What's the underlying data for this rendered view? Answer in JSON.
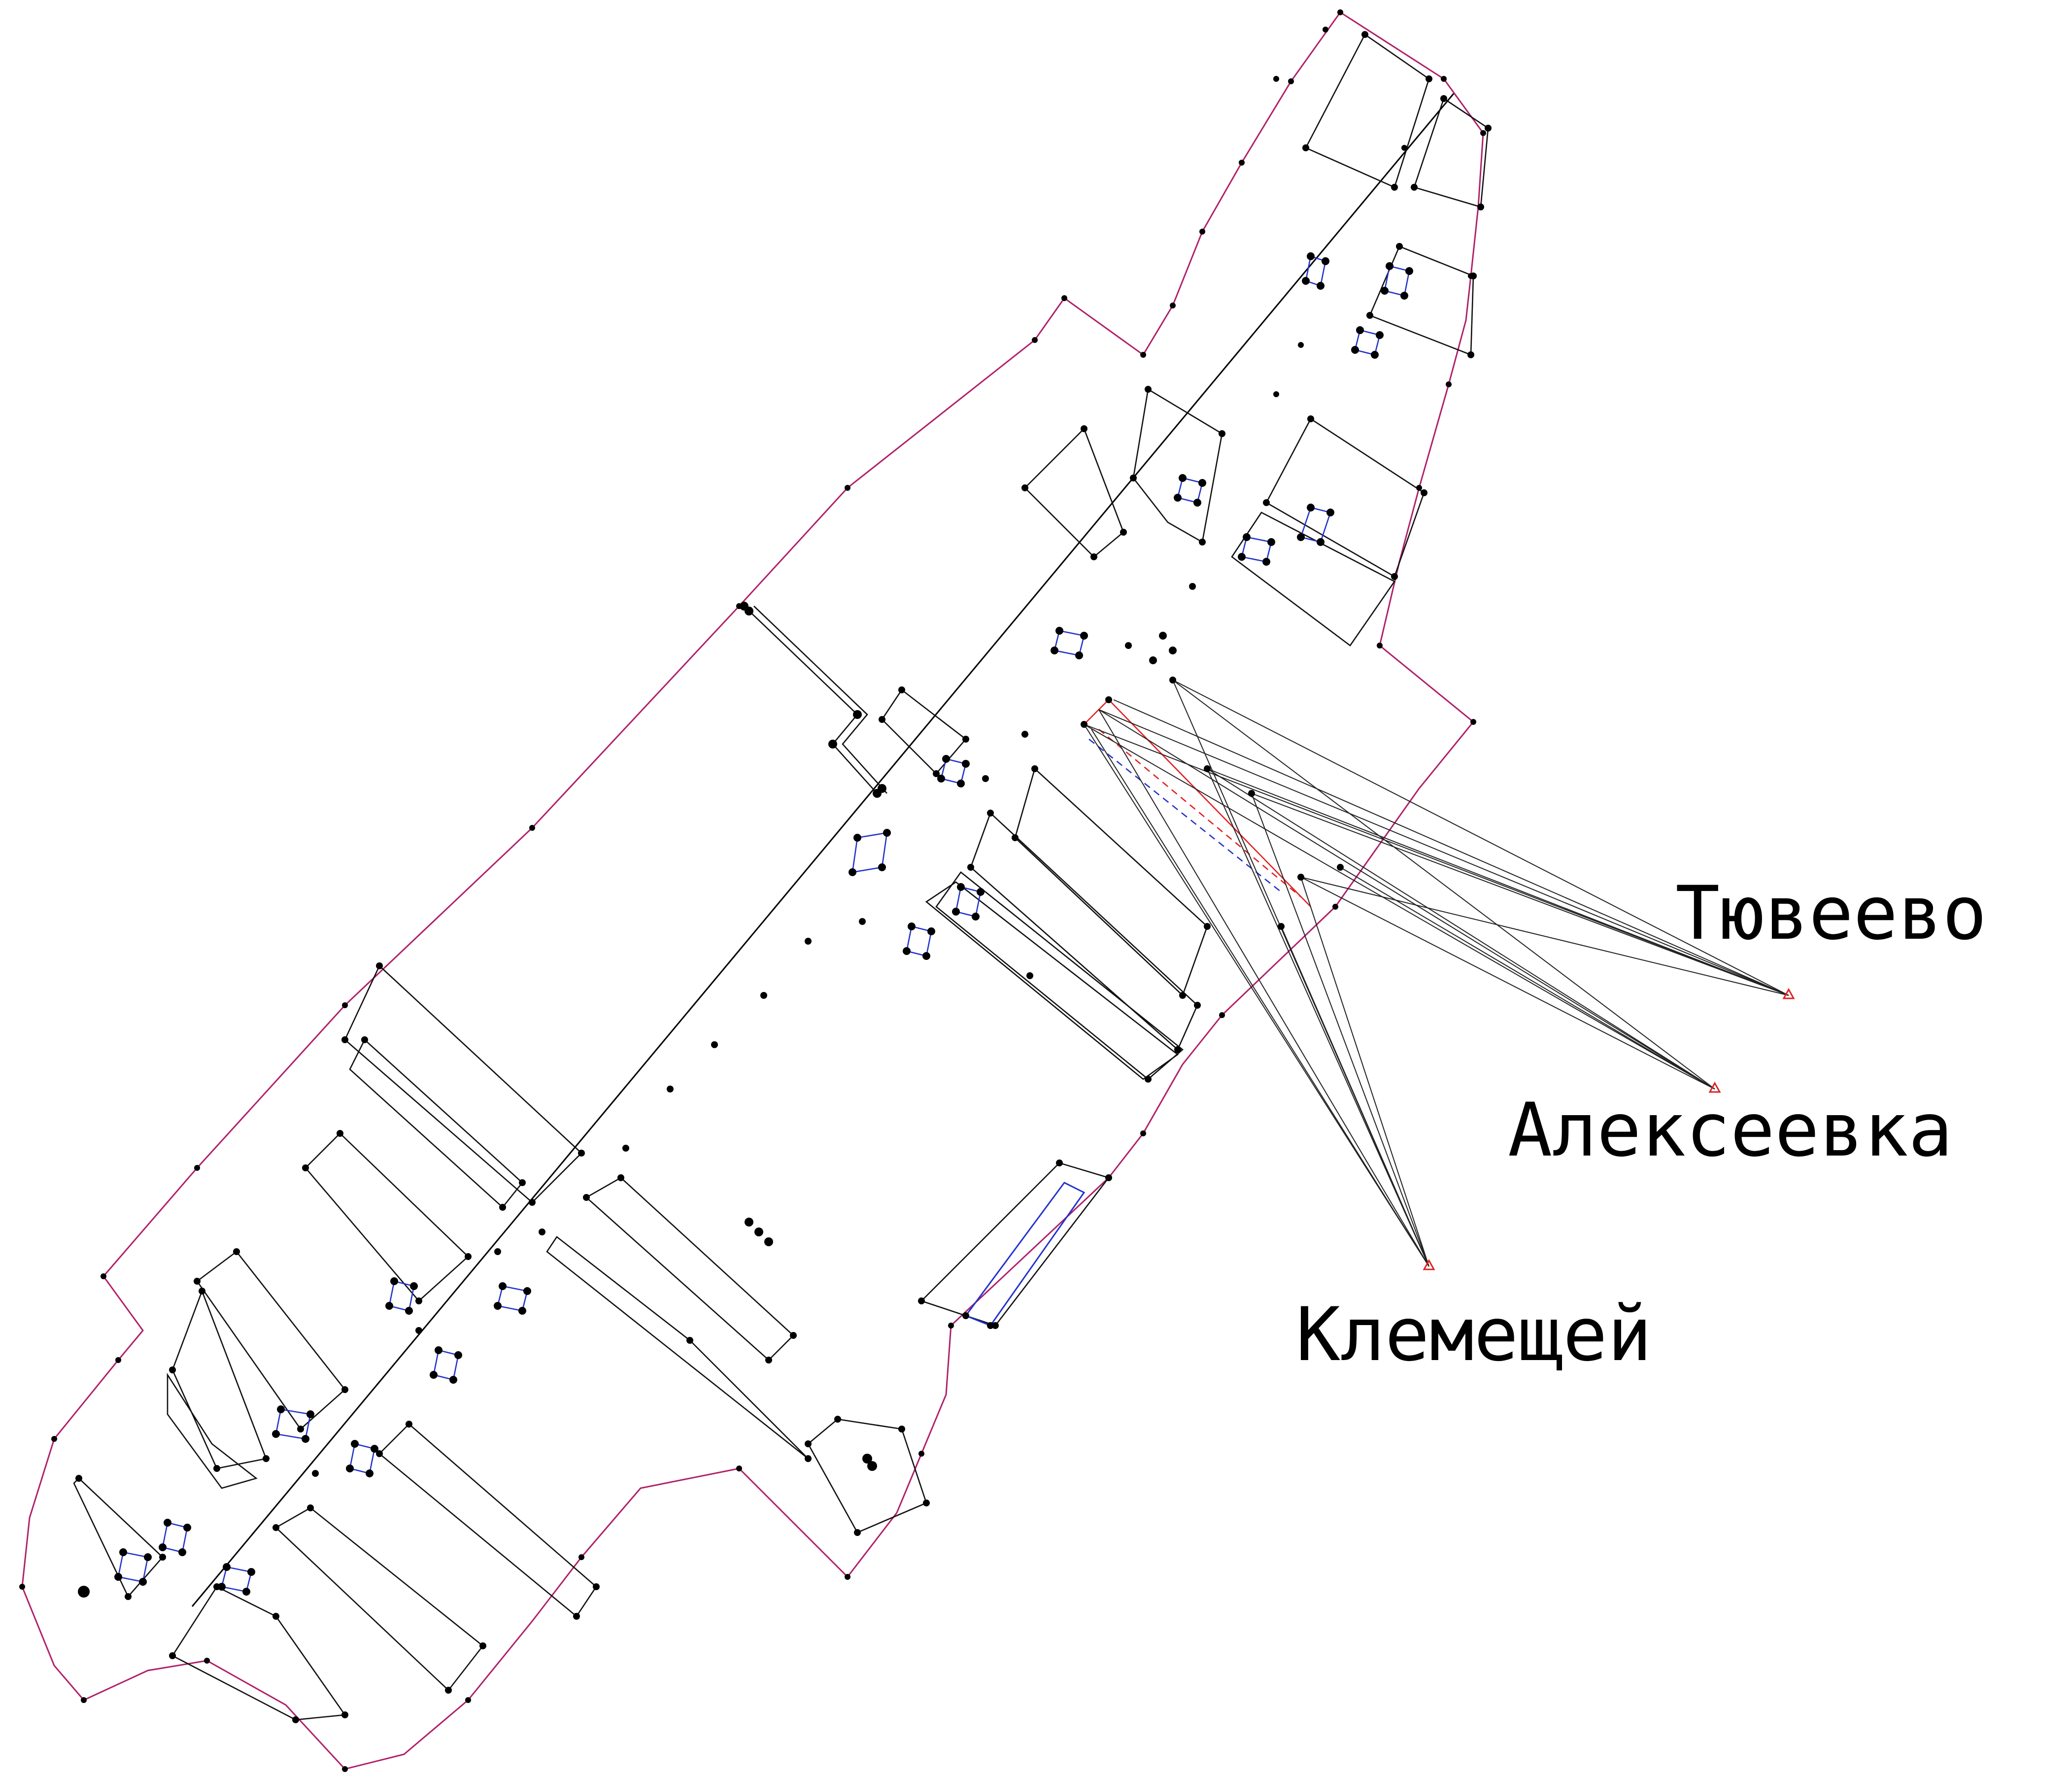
{
  "map": {
    "colors": {
      "boundary": "#b0206a",
      "parcel": "#111111",
      "building": "#2233cc",
      "survey_ray": "#222222",
      "station_marker": "#e02020"
    },
    "stations": [
      {
        "id": "tyuveevo",
        "label": "Тювеево"
      },
      {
        "id": "alekseevka",
        "label": "Алексеевка"
      },
      {
        "id": "klemeshchei",
        "label": "Клемещей"
      }
    ]
  }
}
